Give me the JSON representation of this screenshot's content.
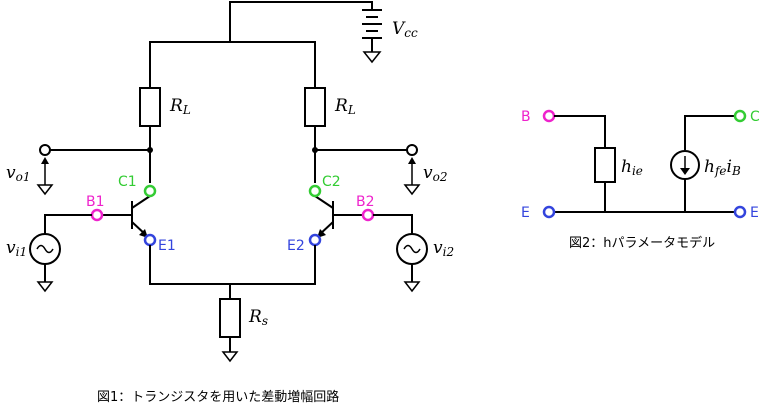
{
  "colors": {
    "collector": "#33cc33",
    "emitter": "#3344dd",
    "base": "#ee22cc",
    "wire": "#000000"
  },
  "figure1": {
    "caption": "図1：トランジスタを用いた差動増幅回路",
    "vcc_label": "V",
    "vcc_sub": "cc",
    "rl_left": "R",
    "rl_left_sub": "L",
    "rl_right": "R",
    "rl_right_sub": "L",
    "rs": "R",
    "rs_sub": "s",
    "vo1": "v",
    "vo1_sub": "o1",
    "vo2": "v",
    "vo2_sub": "o2",
    "vi1": "v",
    "vi1_sub": "i1",
    "vi2": "v",
    "vi2_sub": "i2",
    "c1": "C1",
    "c2": "C2",
    "b1": "B1",
    "b2": "B2",
    "e1": "E1",
    "e2": "E2"
  },
  "figure2": {
    "caption": "図2：hパラメータモデル",
    "b": "B",
    "c": "C",
    "e_left": "E",
    "e_right": "E",
    "hie": "h",
    "hie_sub": "ie",
    "hfe": "h",
    "hfe_sub": "fe",
    "ib": "i",
    "ib_sub": "B"
  }
}
